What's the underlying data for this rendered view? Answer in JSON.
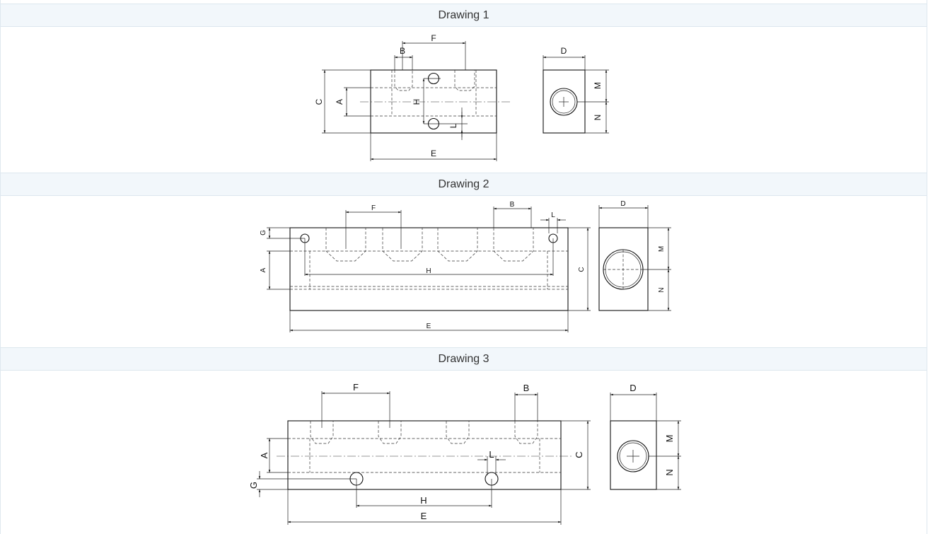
{
  "drawings": [
    {
      "title": "Drawing 1",
      "labels": {
        "A": "A",
        "B": "B",
        "C": "C",
        "D": "D",
        "E": "E",
        "F": "F",
        "H": "H",
        "L": "L",
        "M": "M",
        "N": "N"
      }
    },
    {
      "title": "Drawing 2",
      "labels": {
        "A": "A",
        "B": "B",
        "C": "C",
        "D": "D",
        "E": "E",
        "F": "F",
        "G": "G",
        "H": "H",
        "L": "L",
        "M": "M",
        "N": "N"
      }
    },
    {
      "title": "Drawing 3",
      "labels": {
        "A": "A",
        "B": "B",
        "C": "C",
        "D": "D",
        "E": "E",
        "F": "F",
        "G": "G",
        "H": "H",
        "L": "L",
        "M": "M",
        "N": "N"
      }
    }
  ]
}
